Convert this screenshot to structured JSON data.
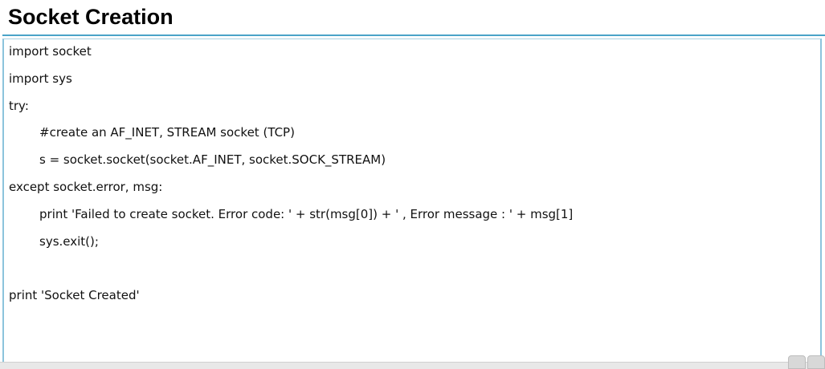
{
  "slide": {
    "title": "Socket Creation"
  },
  "code": {
    "lines": [
      {
        "text": "import socket"
      },
      {
        "text": "import sys"
      },
      {
        "text": "try:"
      },
      {
        "text": "#create an AF_INET, STREAM socket (TCP)"
      },
      {
        "text": "s = socket.socket(socket.AF_INET, socket.SOCK_STREAM)"
      },
      {
        "text": "except socket.error, msg:"
      },
      {
        "text": "print 'Failed to create socket. Error code: ' + str(msg[0]) + ' , Error message : ' + msg[1]"
      },
      {
        "text": "sys.exit();"
      },
      {
        "text": "print 'Socket Created'"
      }
    ]
  }
}
